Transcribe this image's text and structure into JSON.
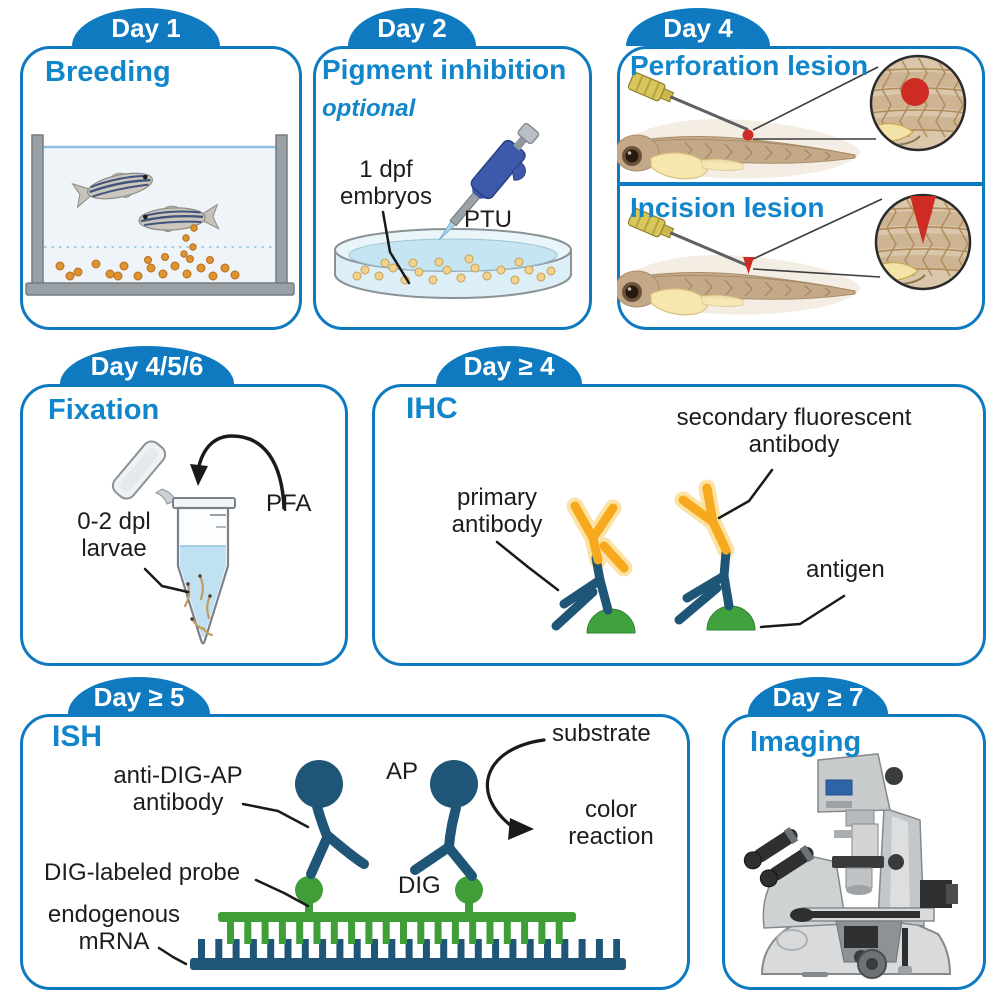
{
  "colors": {
    "accent_blue": "#0f7ac0",
    "title_blue": "#1286cb",
    "label_black": "#1d1d1d",
    "antibody_navy": "#1f5576",
    "fluorescent_yellow": "#f7a91d",
    "antigen_green": "#3fa23c",
    "probe_green": "#3f9e38",
    "lesion_red": "#ce2b25"
  },
  "panels": {
    "breeding": {
      "badge": "Day 1",
      "title": "Breeding"
    },
    "pigment_inhibition": {
      "badge": "Day 2",
      "title": "Pigment inhibition",
      "subtitle": "optional",
      "labels": {
        "embryos": "1 dpf\nembryos",
        "ptu": "PTU"
      }
    },
    "lesion": {
      "badge": "Day 4",
      "perforation_title": "Perforation lesion",
      "incision_title": "Incision lesion"
    },
    "fixation": {
      "badge": "Day 4/5/6",
      "title": "Fixation",
      "labels": {
        "larvae": "0-2 dpl\nlarvae",
        "pfa": "PFA"
      }
    },
    "ihc": {
      "badge": "Day ≥ 4",
      "title": "IHC",
      "labels": {
        "primary_antibody": "primary\nantibody",
        "secondary_antibody": "secondary fluorescent\nantibody",
        "antigen": "antigen"
      }
    },
    "ish": {
      "badge": "Day ≥ 5",
      "title": "ISH",
      "labels": {
        "anti_dig_ap": "anti-DIG-AP\nantibody",
        "ap": "AP",
        "substrate": "substrate",
        "color_reaction": "color\nreaction",
        "dig_probe": "DIG-labeled probe",
        "dig": "DIG",
        "mrna": "endogenous\nmRNA"
      }
    },
    "imaging": {
      "badge": "Day ≥ 7",
      "title": "Imaging"
    }
  }
}
